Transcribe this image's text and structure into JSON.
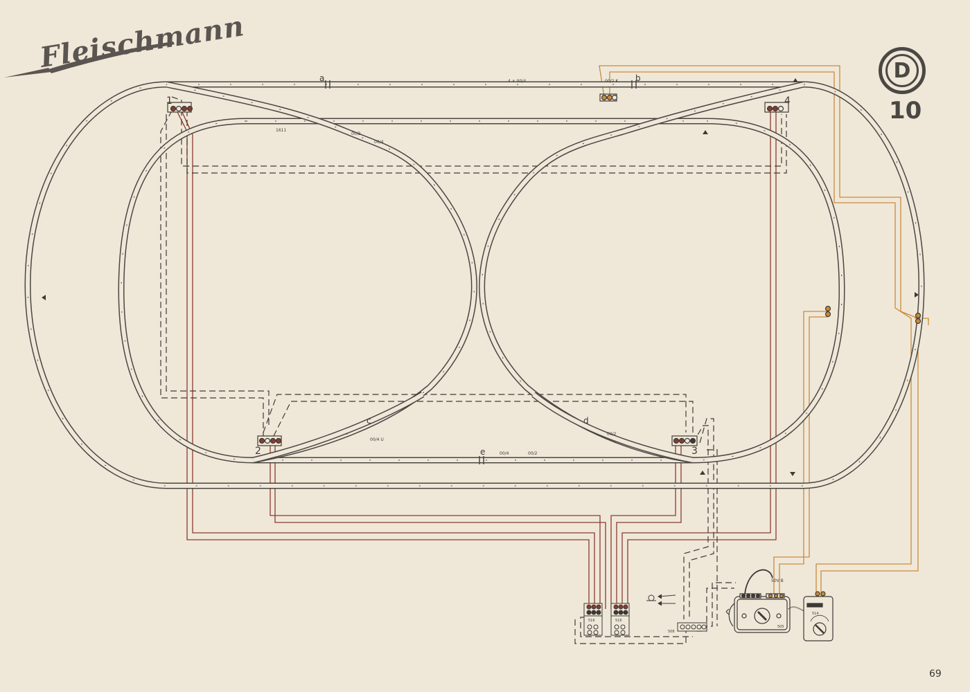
{
  "brand": "Fleischmann",
  "plan_letter": "D",
  "plan_number": "10",
  "page_number": "69",
  "colors": {
    "track": "#4a4642",
    "wire_brown": "#8b3a2e",
    "wire_orange": "#c98a3a",
    "wire_dark": "#3d3a36",
    "background": "#efe8d9"
  },
  "sections": {
    "a": "a",
    "b": "b",
    "c": "c",
    "d": "d",
    "e": "e"
  },
  "turnouts": {
    "t1": "1",
    "t2": "2",
    "t3": "3",
    "t4": "4"
  },
  "track_codes": {
    "top_main": "4 × 00/4",
    "top_k": "00/2 K",
    "inner_1611": "1611",
    "diag_002": "00/2",
    "diag_004": "00/4",
    "c_004u": "00/4 U",
    "d_002": "00/2",
    "bottom_004": "00/4",
    "bottom_002": "00/2"
  },
  "devices": {
    "switch_left": "516",
    "switch_right": "516",
    "control_box": "508",
    "transformer": "505",
    "transformer_output": "50V B",
    "controller": "514"
  }
}
